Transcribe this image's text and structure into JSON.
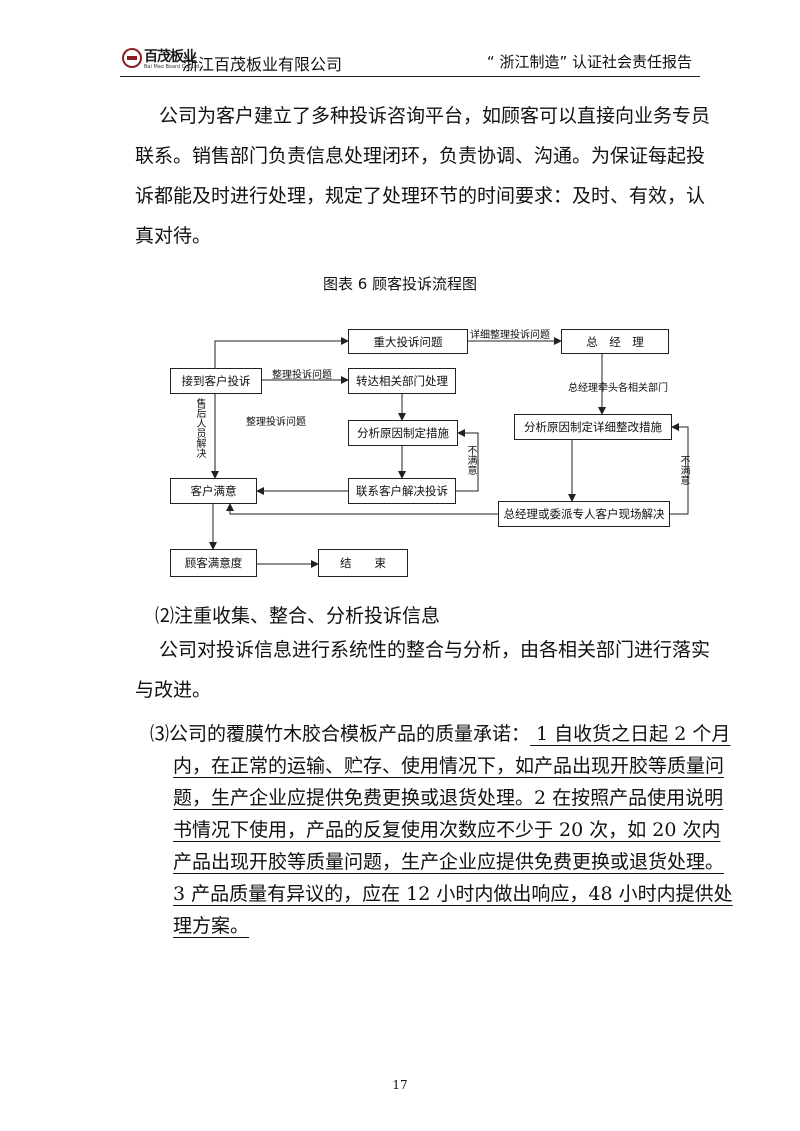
{
  "header": {
    "logo_cn": "百茂板业",
    "logo_en": "Bai Mao Board Co.,Ltd.",
    "company": "浙江百茂板业有限公司",
    "report": "“ 浙江制造” 认证社会责任报告"
  },
  "intro_paragraph": "公司为客户建立了多种投诉咨询平台，如顾客可以直接向业务专员联系。销售部门负责信息处理闭环，负责协调、沟通。为保证每起投诉都能及时进行处理，规定了处理环节的时间要求：及时、有效，认真对待。",
  "figure_caption": "图表 6 顾客投诉流程图",
  "flow": {
    "receive": "接到客户投诉",
    "major_issue": "重大投诉问题",
    "general_manager": "总　经　理",
    "transfer_dept": "转达相关部门处理",
    "analyze": "分析原因制定措施",
    "contact_customer": "联系客户解决投诉",
    "analyze_detail": "分析原因制定详细整改措施",
    "gm_onsite": "总经理或委派专人客户现场解决",
    "satisfied": "客户满意",
    "satisfaction": "顾客满意度",
    "end": "结　　束",
    "lbl_detail": "详细整理投诉问题",
    "lbl_organize1": "整理投诉问题",
    "lbl_organize2": "整理投诉问题",
    "lbl_gm_lead": "总经理牵头各相关部门",
    "lbl_aftersales": "售后人员解决",
    "lbl_unsat1": "不满意",
    "lbl_unsat2": "不满意"
  },
  "section2_title": "⑵注重收集、整合、分析投诉信息",
  "section2_body": "公司对投诉信息进行系统性的整合与分析，由各相关部门进行落实与改进。",
  "section3_lead": "⑶公司的覆膜竹木胶合模板产品的质量承诺：",
  "section3_commitment": " 1 自收货之日起 2 个月内，在正常的运输、贮存、使用情况下，如产品出现开胶等质量问题，生产企业应提供免费更换或退货处理。2 在按照产品使用说明书情况下使用，产品的反复使用次数应不少于 20 次，如 20 次内产品出现开胶等质量问题，生产企业应提供免费更换或退货处理。3 产品质量有异议的，应在 12 小时内做出响应，48 小时内提供处理方案。",
  "page_number": "17"
}
